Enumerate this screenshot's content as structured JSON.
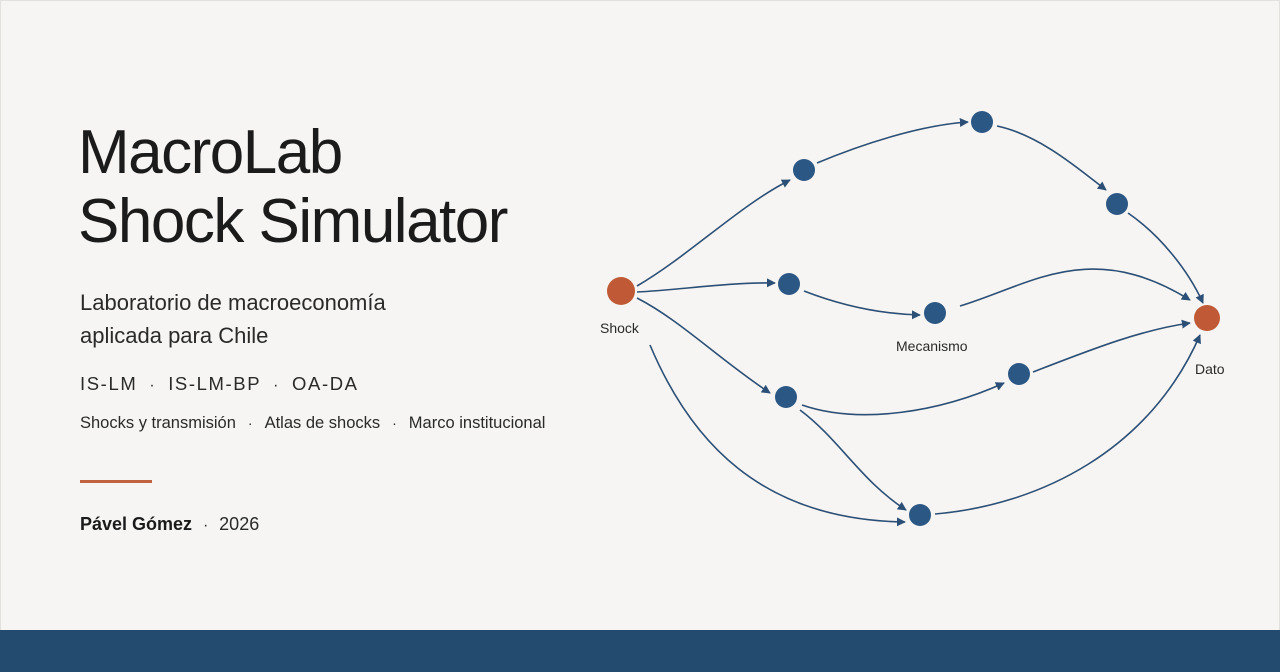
{
  "slide": {
    "title_line1": "MacroLab",
    "title_line2": "Shock Simulator",
    "subtitle_line1": "Laboratorio de macroeconomía",
    "subtitle_line2": "aplicada para Chile",
    "models": [
      "IS-LM",
      "IS-LM-BP",
      "OA-DA"
    ],
    "sections": [
      "Shocks y transmisión",
      "Atlas de shocks",
      "Marco institucional"
    ],
    "separator": "·",
    "author": "Pável Gómez",
    "year": "2026"
  },
  "diagram": {
    "labels": {
      "start": "Shock",
      "middle": "Mecanismo",
      "end": "Dato"
    }
  },
  "colors": {
    "background": "#f6f5f3",
    "node_blue": "#2b5784",
    "node_orange": "#c05a36",
    "edge": "#2b4f76",
    "accent_rule": "#c0623e",
    "bottom_bar": "#234b70"
  }
}
